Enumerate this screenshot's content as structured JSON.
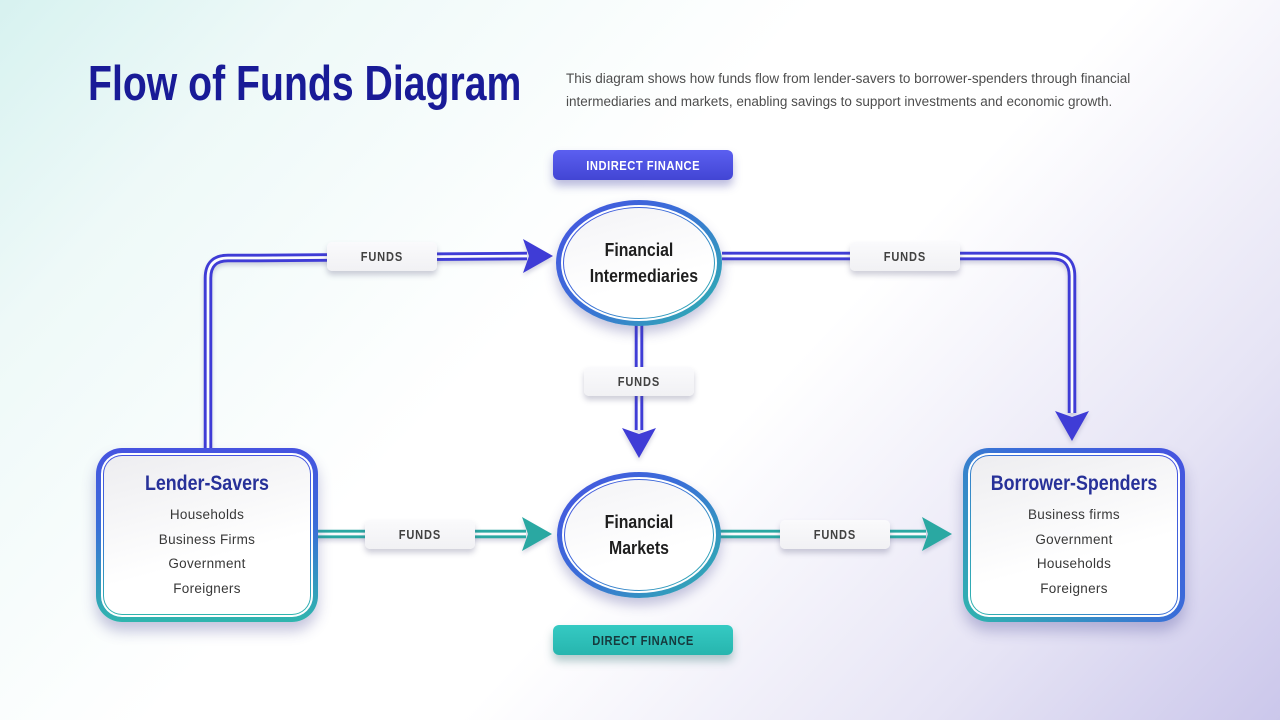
{
  "page": {
    "title": "Flow of Funds Diagram",
    "description": "This diagram shows how funds flow from lender-savers to borrower-spenders through financial intermediaries and markets, enabling savings to support investments and economic growth."
  },
  "badges": {
    "indirect": "INDIRECT FINANCE",
    "direct": "DIRECT FINANCE"
  },
  "nodes": {
    "intermediaries": {
      "label": "Financial Intermediaries"
    },
    "markets": {
      "label": "Financial Markets"
    },
    "lenders": {
      "title": "Lender-Savers",
      "items": [
        "Households",
        "Business Firms",
        "Government",
        "Foreigners"
      ]
    },
    "borrowers": {
      "title": "Borrower-Spenders",
      "items": [
        "Business firms",
        "Government",
        "Households",
        "Foreigners"
      ]
    }
  },
  "flows": [
    {
      "from": "Lender-Savers",
      "to": "Financial Intermediaries",
      "label": "FUNDS",
      "type": "indirect"
    },
    {
      "from": "Financial Intermediaries",
      "to": "Borrower-Spenders",
      "label": "FUNDS",
      "type": "indirect"
    },
    {
      "from": "Financial Intermediaries",
      "to": "Financial Markets",
      "label": "FUNDS",
      "type": "indirect"
    },
    {
      "from": "Lender-Savers",
      "to": "Financial Markets",
      "label": "FUNDS",
      "type": "direct"
    },
    {
      "from": "Financial Markets",
      "to": "Borrower-Spenders",
      "label": "FUNDS",
      "type": "direct"
    }
  ],
  "colors": {
    "indirect_arrow": "#3f3cd6",
    "direct_arrow": "#2aa8a2",
    "badge_indirect_bg": "#4f53e6",
    "badge_direct_bg": "#2ec4bd",
    "title_text": "#191b97",
    "node_border_blue": "#4653e0",
    "node_border_teal": "#2fb5ae"
  }
}
